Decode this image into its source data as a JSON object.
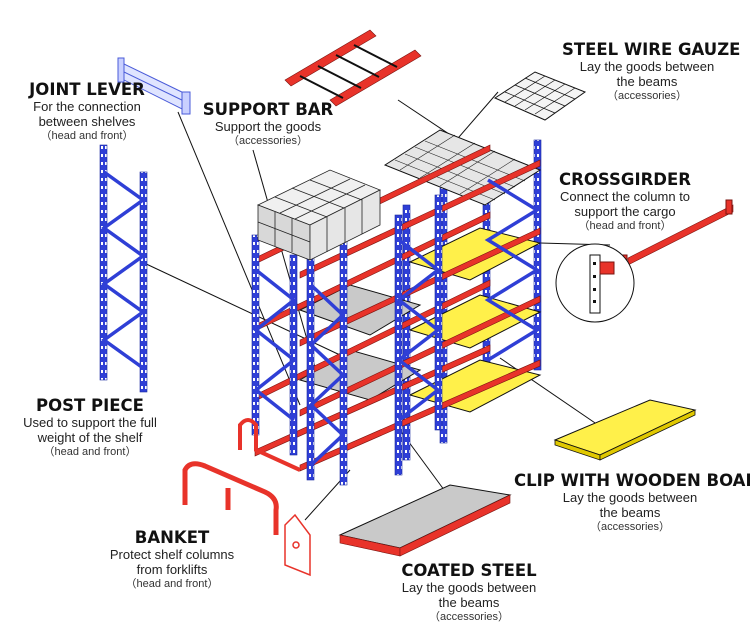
{
  "colors": {
    "column": "#2f3fd6",
    "beam": "#e8332a",
    "board": "#fff04a",
    "steel": "#c9c9c9",
    "line": "#111111"
  },
  "labels": {
    "joint_lever": {
      "title": "JOINT LEVER",
      "d1": "For the connection",
      "d2": "between shelves",
      "note": "（head and front）"
    },
    "support_bar": {
      "title": "SUPPORT BAR",
      "d1": "Support the goods",
      "note": "（accessories）"
    },
    "steel_wire": {
      "title": "STEEL WIRE GAUZE",
      "d1": "Lay the goods between",
      "d2": "the beams",
      "note": "（accessories）"
    },
    "crossgirder": {
      "title": "CROSSGIRDER",
      "d1": "Connect the column to",
      "d2": "support the cargo",
      "note": "（head and front）"
    },
    "post_piece": {
      "title": "POST PIECE",
      "d1": "Used to support the full",
      "d2": "weight of the shelf",
      "note": "（head and front）"
    },
    "clip_wooden": {
      "title": "CLIP WITH WOODEN BOARD",
      "d1": "Lay the goods between",
      "d2": "the beams",
      "note": "（accessories）"
    },
    "banket": {
      "title": "BANKET",
      "d1": "Protect shelf columns",
      "d2": "from forklifts",
      "note": "（head and front）"
    },
    "coated_steel": {
      "title": "COATED STEEL",
      "d1": "Lay the goods between",
      "d2": "the beams",
      "note": "（accessories）"
    }
  }
}
